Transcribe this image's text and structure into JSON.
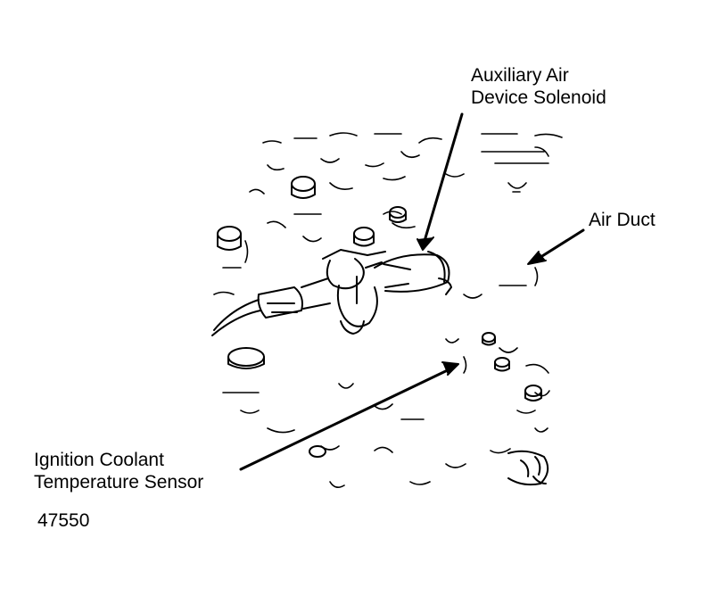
{
  "labels": {
    "aux_air_line1": "Auxiliary Air",
    "aux_air_line2": "Device Solenoid",
    "air_duct": "Air Duct",
    "sensor_line1": "Ignition Coolant",
    "sensor_line2": "Temperature Sensor"
  },
  "figure_number": "47550",
  "colors": {
    "ink": "#000000",
    "background": "#ffffff"
  }
}
